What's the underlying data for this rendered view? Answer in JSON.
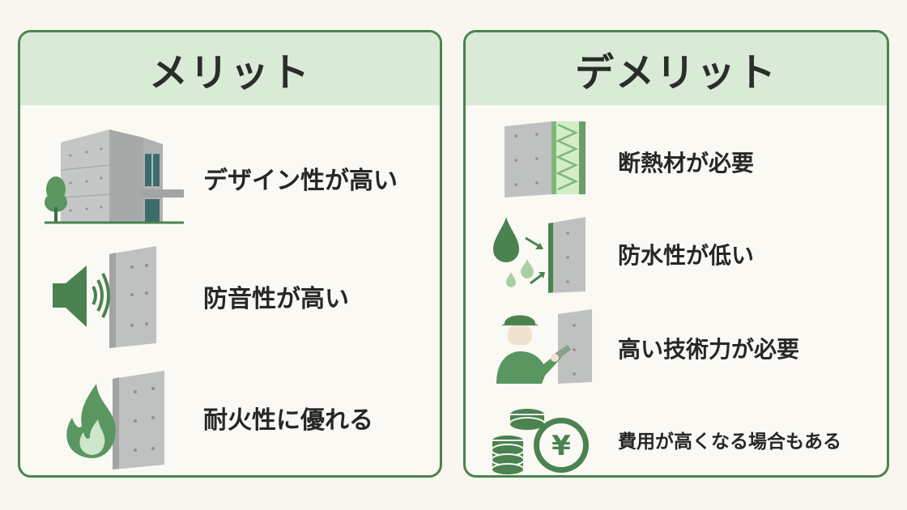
{
  "merits": {
    "title": "メリット",
    "items": [
      {
        "label": "デザイン性が高い",
        "icon": "concrete-building-icon"
      },
      {
        "label": "防音性が高い",
        "icon": "speaker-wall-icon"
      },
      {
        "label": "耐火性に優れる",
        "icon": "fire-wall-icon"
      }
    ]
  },
  "demerits": {
    "title": "デメリット",
    "items": [
      {
        "label": "断熱材が必要",
        "icon": "insulation-wall-icon"
      },
      {
        "label": "防水性が低い",
        "icon": "water-drop-wall-icon"
      },
      {
        "label": "高い技術力が必要",
        "icon": "worker-plastering-icon"
      },
      {
        "label": "費用が高くなる場合もある",
        "icon": "yen-coins-icon"
      }
    ]
  },
  "colors": {
    "accent": "#4a8350",
    "header_bg": "#d9ead6",
    "icon_green": "#5a9660",
    "concrete": "#bfc1c0"
  }
}
